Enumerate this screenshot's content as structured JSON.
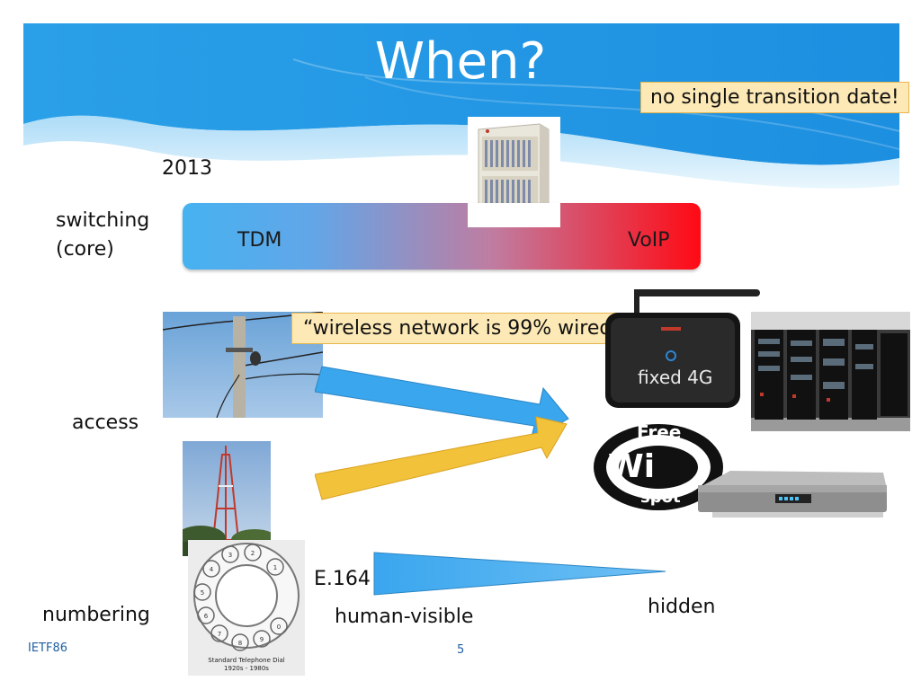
{
  "slide": {
    "title": "When?",
    "callout_date": "no single transition date!",
    "year": "2013",
    "switching_label_line1": "switching",
    "switching_label_line2": "(core)",
    "bar_left": "TDM",
    "bar_right": "VoIP",
    "quote": "“wireless network is 99% wired”",
    "access_label": "access",
    "fixed4g_label": "fixed 4G",
    "wifi_free": "Free",
    "wifi_word": "Wi",
    "wifi_spot": "spot",
    "numbering_label": "numbering",
    "e164_label": "E.164",
    "human_visible_label": "human-visible",
    "hidden_label": "hidden",
    "dial_caption_line1": "Standard Telephone Dial",
    "dial_caption_line2": "1920s - 1980s",
    "footer_left": "IETF86",
    "page_number": "5",
    "colors": {
      "header_blue": "#2d9fe6",
      "bar_left": "#46b2f0",
      "bar_right": "#ff0a14",
      "arrow_blue": "#3aa6ee",
      "arrow_yellow": "#f2c23b"
    }
  }
}
